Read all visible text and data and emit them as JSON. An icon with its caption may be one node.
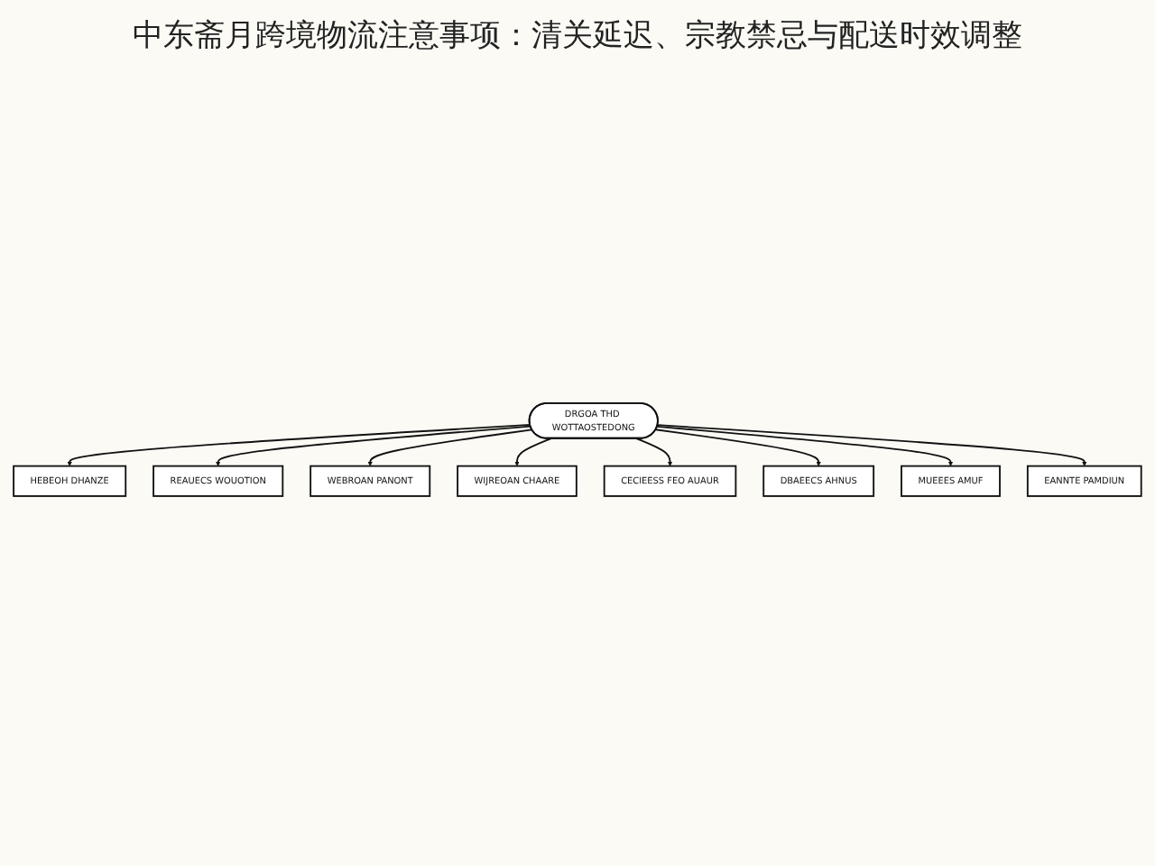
{
  "diagram": {
    "title": "中东斋月跨境物流注意事项：清关延迟、宗教禁忌与配送时效调整",
    "nodes": [
      {
        "text": [
          "HEBEOH DHANZE"
        ]
      },
      {
        "text": [
          "REAUECS WOUOTION"
        ]
      },
      {
        "text": [
          "WEBROAN PANONT"
        ]
      },
      {
        "text": [
          "WIJREOAN CHAARE"
        ]
      },
      {
        "text": [
          "DRGOA THD WOTTAOSTEDONG"
        ]
      },
      {
        "text": [
          "CECIEESS FEO AUAUR"
        ]
      },
      {
        "text": [
          "DBAEECS AHNUS"
        ]
      },
      {
        "text": [
          "MUEEES AMUF"
        ]
      },
      {
        "text": [
          "EANNTE PAMDIUN"
        ]
      }
    ],
    "edges": [
      {
        "from": 4,
        "to": 0,
        "arrow": "to"
      },
      {
        "from": 4,
        "to": 1,
        "arrow": "to"
      },
      {
        "from": 4,
        "to": 2,
        "arrow": "to"
      },
      {
        "from": 4,
        "to": 3,
        "arrow": "to"
      },
      {
        "from": 4,
        "to": 5,
        "arrow": "to"
      },
      {
        "from": 4,
        "to": 6,
        "arrow": "to"
      },
      {
        "from": 4,
        "to": 7,
        "arrow": "to"
      },
      {
        "from": 4,
        "to": 8,
        "arrow": "to"
      }
    ]
  }
}
